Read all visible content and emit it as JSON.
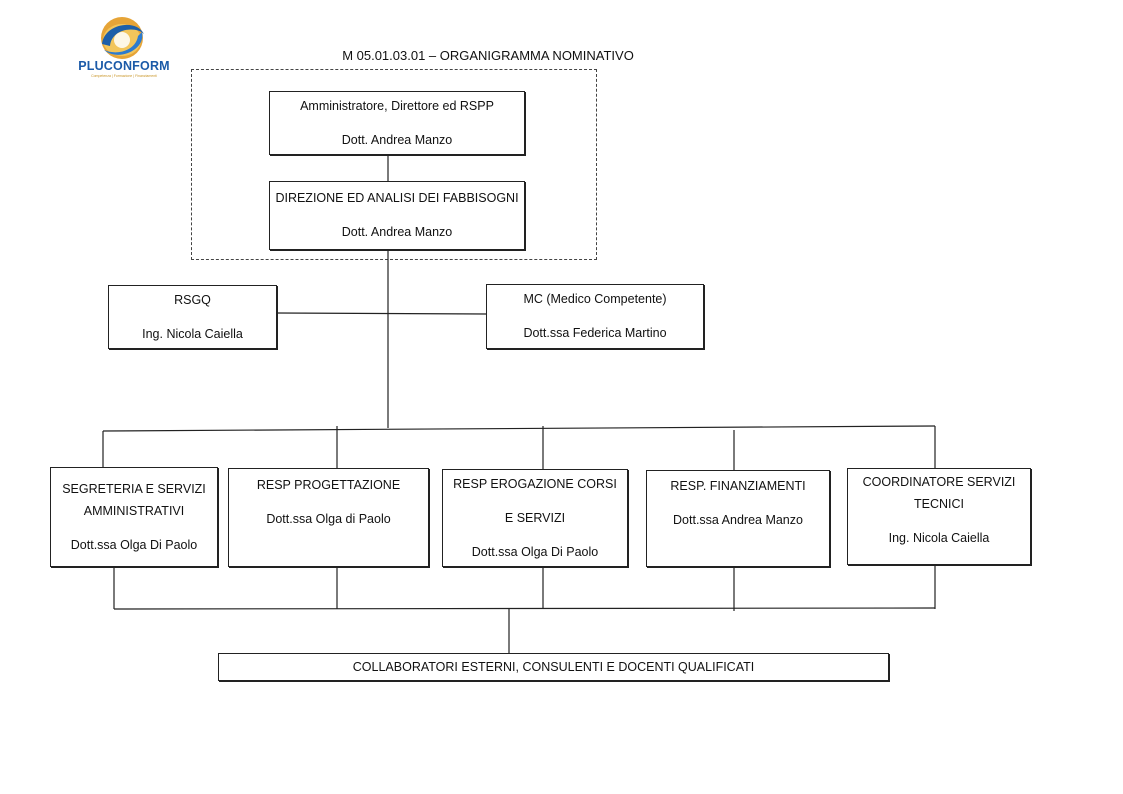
{
  "logo": {
    "name": "PLUCONFORM",
    "tagline": "Competenza | Formazione | Finanziamenti"
  },
  "title": "M 05.01.03.01 – ORGANIGRAMMA NOMINATIVO",
  "top": {
    "admin": {
      "role": "Amministratore, Direttore ed RSPP",
      "name": "Dott. Andrea Manzo"
    },
    "direzione": {
      "role": "DIREZIONE ED ANALISI DEI FABBISOGNI",
      "name": "Dott. Andrea Manzo"
    }
  },
  "staff": {
    "rsgq": {
      "role": "RSGQ",
      "name": "Ing. Nicola Caiella"
    },
    "mc": {
      "role": "MC (Medico Competente)",
      "name": "Dott.ssa Federica Martino"
    }
  },
  "units": [
    {
      "role_line1": "SEGRETERIA E SERVIZI",
      "role_line2": "AMMINISTRATIVI",
      "name": "Dott.ssa Olga Di Paolo"
    },
    {
      "role_line1": "RESP PROGETTAZIONE",
      "role_line2": "",
      "name": "Dott.ssa Olga di Paolo"
    },
    {
      "role_line1": "RESP EROGAZIONE CORSI",
      "role_line2": "E SERVIZI",
      "name": "Dott.ssa Olga Di Paolo"
    },
    {
      "role_line1": "RESP. FINANZIAMENTI",
      "role_line2": "",
      "name": "Dott.ssa Andrea Manzo"
    },
    {
      "role_line1": "COORDINATORE SERVIZI",
      "role_line2": "TECNICI",
      "name": "Ing. Nicola Caiella"
    }
  ],
  "bottom": {
    "label": "COLLABORATORI ESTERNI, CONSULENTI E DOCENTI QUALIFICATI"
  }
}
